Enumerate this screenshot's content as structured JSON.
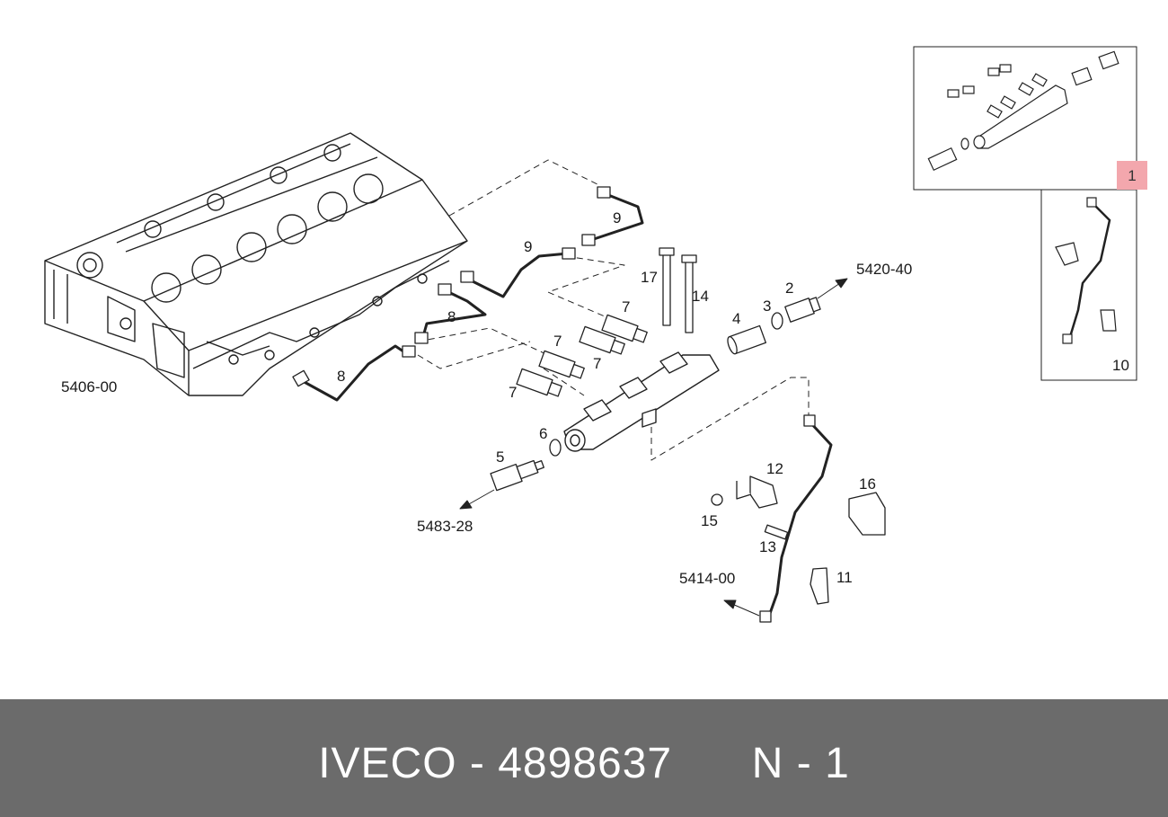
{
  "diagram": {
    "part_numbers": {
      "p1": "1",
      "p2": "2",
      "p3": "3",
      "p4": "4",
      "p5": "5",
      "p6": "6",
      "p7a": "7",
      "p7b": "7",
      "p7c": "7",
      "p7d": "7",
      "p8a": "8",
      "p8b": "8",
      "p9a": "9",
      "p9b": "9",
      "p10": "10",
      "p11": "11",
      "p12": "12",
      "p13": "13",
      "p14": "14",
      "p15": "15",
      "p16": "16",
      "p17": "17"
    },
    "references": {
      "cylinder_head": "5406-00",
      "pressure_sensor": "5483-28",
      "return_line": "5420-40",
      "fuel_pipe": "5414-00"
    }
  },
  "footer": {
    "brand": "IVECO",
    "separator": "-",
    "part_number": "4898637",
    "position_label": "N - 1"
  },
  "colors": {
    "footer_bg": "#6b6b6b",
    "highlight": "#f3a7ad"
  }
}
